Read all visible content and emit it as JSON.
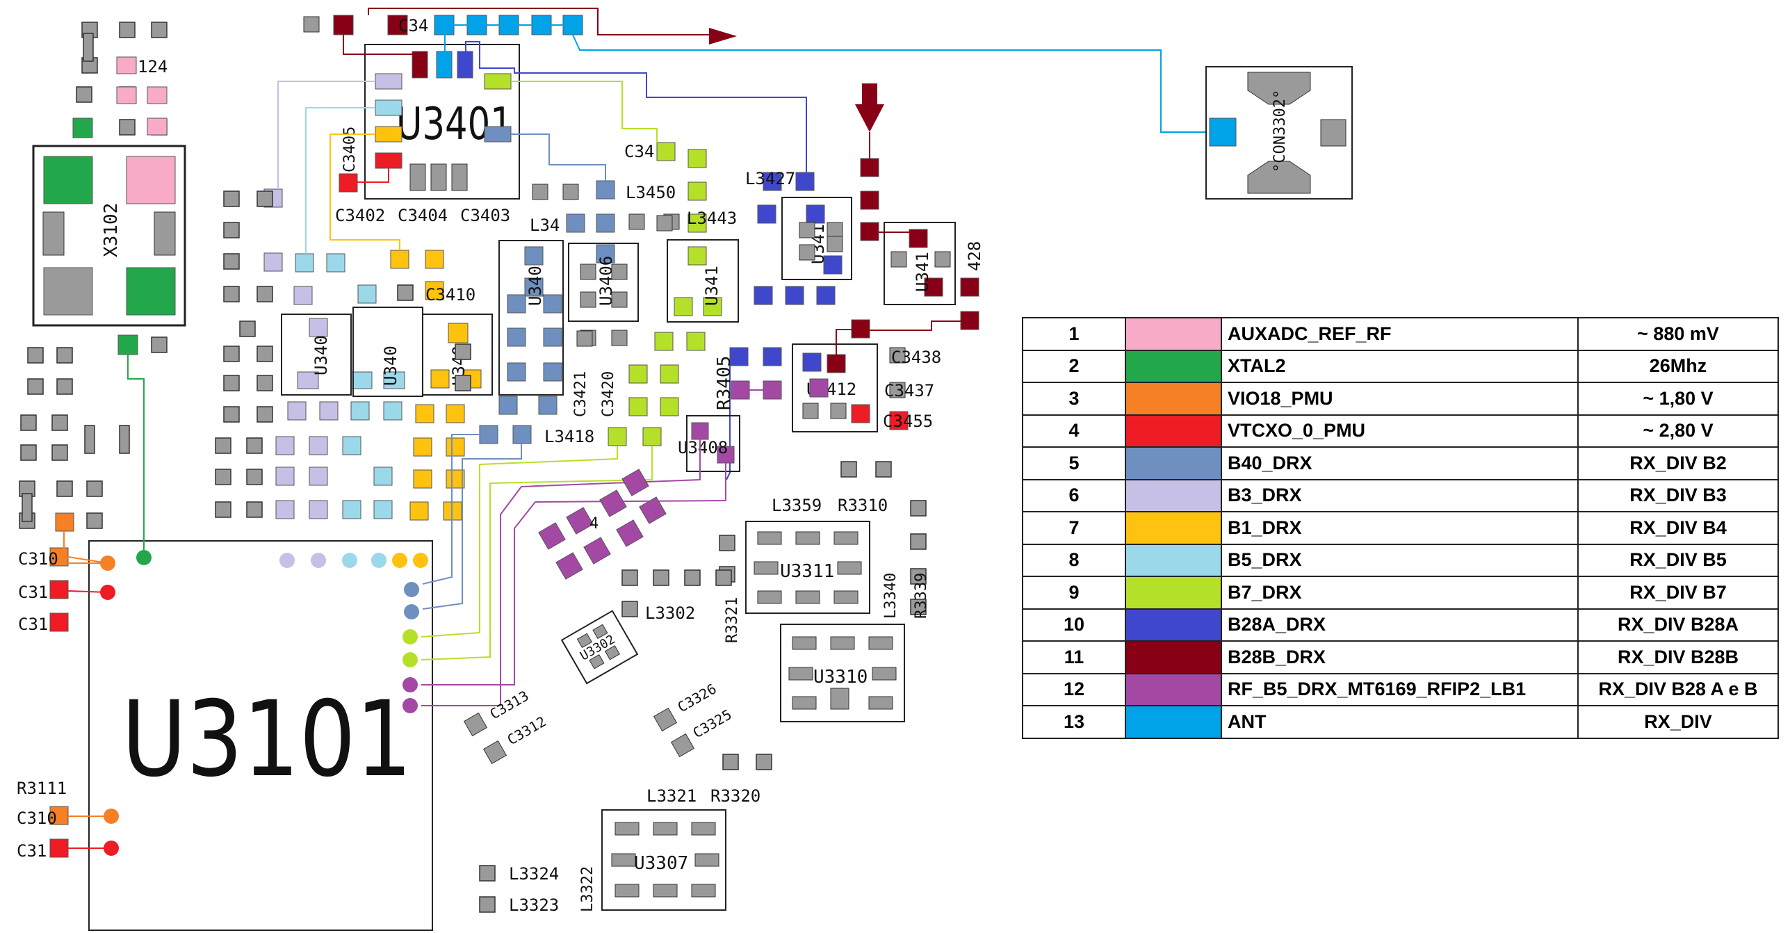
{
  "components": {
    "u3101": "U3101",
    "u3401": "U3401",
    "x3102": "X3102",
    "con3302": "°CON3302°",
    "u3406": "U3406",
    "u3408": "U3408",
    "u3412": "U3412",
    "u3311": "U3311",
    "u3310": "U3310",
    "u3307": "U3307",
    "u3302": "U3302",
    "r3405": "R3405",
    "u340_a": "U340",
    "u340_b": "U340",
    "u340_c": "U340",
    "u340_d": "U340",
    "u341_a": "U341",
    "u341_b": "U341",
    "u341_c": "U341"
  },
  "labels": {
    "l124": "124",
    "c3402": "C3402",
    "c3404": "C3404",
    "c3403": "C3403",
    "c3405": "C3405",
    "l3450": "L3450",
    "l3427": "L3427",
    "l34": "L34",
    "l3443": "L3443",
    "c3410": "C3410",
    "c3421": "C3421",
    "c3420": "C3420",
    "l3418": "L3418",
    "c3438": "C3438",
    "c3437": "C3437",
    "c3455": "C3455",
    "c34_top": "C34",
    "c34_mid": "C34",
    "l3359": "L3359",
    "r3310": "R3310",
    "l3340": "L3340",
    "r3339": "R3339",
    "l3302": "L3302",
    "r3321": "R3321",
    "c3313": "C3313",
    "c3312": "C3312",
    "c3326": "C3326",
    "c3325": "C3325",
    "l3321": "L3321",
    "r3320": "R3320",
    "l3324": "L3324",
    "l3323": "L3323",
    "l3322": "L3322",
    "r3111": "R3111",
    "c31a": "C31",
    "c31b": "C31",
    "c31c": "C31",
    "c310a": "C310",
    "c310b": "C310",
    "n428": "428",
    "n4": "4"
  },
  "legend": [
    {
      "num": "1",
      "color": "#f7abc9",
      "net": "AUXADC_REF_RF",
      "value": "~ 880 mV"
    },
    {
      "num": "2",
      "color": "#22a84a",
      "net": "XTAL2",
      "value": "26Mhz"
    },
    {
      "num": "3",
      "color": "#f58025",
      "net": "VIO18_PMU",
      "value": "~ 1,80 V"
    },
    {
      "num": "4",
      "color": "#ee1c25",
      "net": "VTCXO_0_PMU",
      "value": "~ 2,80 V"
    },
    {
      "num": "5",
      "color": "#6e8fbf",
      "net": "B40_DRX",
      "value": "RX_DIV B2"
    },
    {
      "num": "6",
      "color": "#c6bfe6",
      "net": "B3_DRX",
      "value": "RX_DIV B3"
    },
    {
      "num": "7",
      "color": "#ffc20e",
      "net": "B1_DRX",
      "value": "RX_DIV B4"
    },
    {
      "num": "8",
      "color": "#9bd8ea",
      "net": "B5_DRX",
      "value": "RX_DIV B5"
    },
    {
      "num": "9",
      "color": "#b5e02a",
      "net": "B7_DRX",
      "value": "RX_DIV B7"
    },
    {
      "num": "10",
      "color": "#3f48cc",
      "net": "B28A_DRX",
      "value": "RX_DIV B28A"
    },
    {
      "num": "11",
      "color": "#880015",
      "net": "B28B_DRX",
      "value": "RX_DIV B28B"
    },
    {
      "num": "12",
      "color": "#a349a4",
      "net": "RF_B5_DRX_MT6169_RFIP2_LB1",
      "value": "RX_DIV B28 A e B"
    },
    {
      "num": "13",
      "color": "#00a2e8",
      "net": "ANT",
      "value": "RX_DIV"
    }
  ]
}
